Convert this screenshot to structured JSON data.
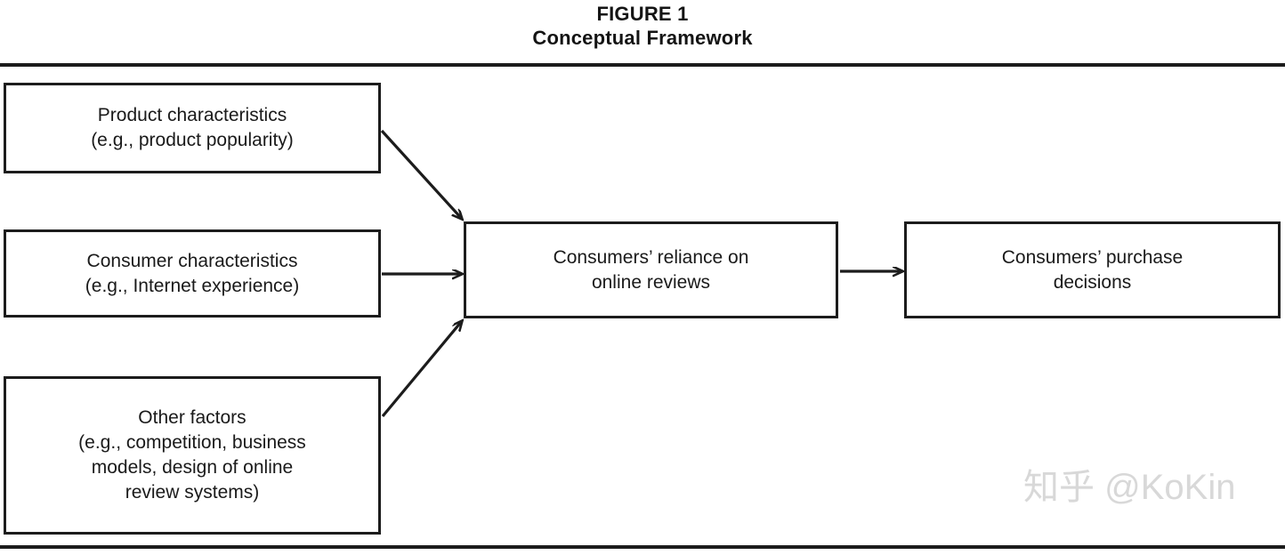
{
  "figure": {
    "label": "FIGURE 1",
    "title": "Conceptual Framework"
  },
  "nodes": {
    "product_characteristics": "Product characteristics\n(e.g., product popularity)",
    "consumer_characteristics": "Consumer characteristics\n(e.g., Internet experience)",
    "other_factors": "Other factors\n(e.g., competition, business\nmodels, design of online\nreview systems)",
    "reliance": "Consumers’ reliance on\nonline reviews",
    "purchase_decisions": "Consumers’ purchase\ndecisions"
  },
  "edges": [
    {
      "name": "product-to-reliance",
      "from": "product_characteristics",
      "to": "reliance",
      "style": "diagonal-down",
      "label": ""
    },
    {
      "name": "consumer-to-reliance",
      "from": "consumer_characteristics",
      "to": "reliance",
      "style": "horizontal",
      "label": ""
    },
    {
      "name": "other-to-reliance",
      "from": "other_factors",
      "to": "reliance",
      "style": "diagonal-up",
      "label": ""
    },
    {
      "name": "reliance-to-purchase",
      "from": "reliance",
      "to": "purchase_decisions",
      "style": "horizontal",
      "label": ""
    }
  ],
  "watermark": {
    "text": "知乎 @KoKin"
  },
  "colors": {
    "ink": "#1c1c1c",
    "text": "#1a1a1a",
    "background": "#ffffff",
    "watermark": "#d8d8d8"
  }
}
